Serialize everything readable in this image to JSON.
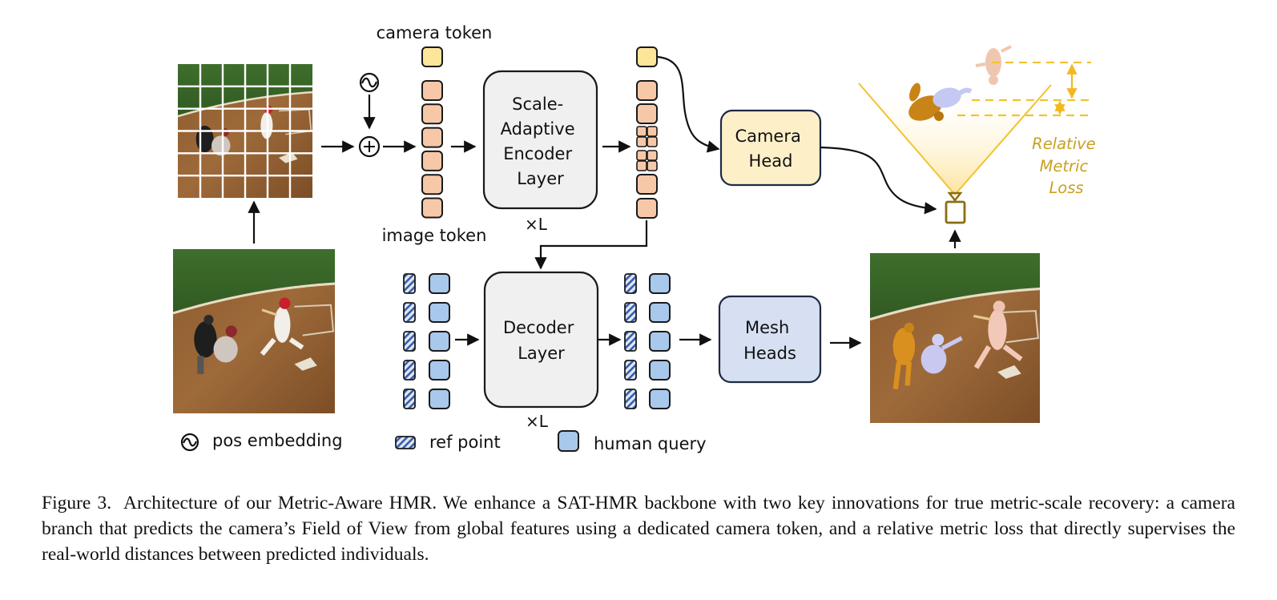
{
  "figure": {
    "labels": {
      "camera_token": "camera token",
      "image_token": "image token",
      "encoder_lines": [
        "Scale-",
        "Adaptive",
        "Encoder",
        "Layer"
      ],
      "encoder_repeat": "×L",
      "camera_head_lines": [
        "Camera",
        "Head"
      ],
      "decoder_lines": [
        "Decoder",
        "Layer"
      ],
      "decoder_repeat": "×L",
      "mesh_heads_lines": [
        "Mesh",
        "Heads"
      ],
      "relative_metric_loss_lines": [
        "Relative",
        "Metric",
        "Loss"
      ]
    },
    "legend": {
      "pos_embedding": "pos embedding",
      "ref_point": "ref point",
      "human_query": "human query"
    },
    "image_patch_grid": {
      "rows": 6,
      "cols": 6
    },
    "token_counts": {
      "image_tokens_in": 6,
      "image_tokens_out": 6,
      "queries": 5
    },
    "colors": {
      "camera_token": "#FDE59A",
      "image_token": "#F7C8A8",
      "encoder_box": "#F0F0F0",
      "camera_head": "#FDF0C8",
      "decoder_box": "#F0F0F0",
      "mesh_heads": "#D6E0F2",
      "human_query": "#A8C8EC",
      "ref_point_stripe": "#3B5BA8",
      "camera_frustum": "#F2C230",
      "camera_icon": "#8A6E12",
      "loss_text": "#C9A020",
      "outline": "#1a1a1a"
    }
  },
  "caption": {
    "label": "Figure 3.",
    "text": "Architecture of our Metric-Aware HMR. We enhance a SAT-HMR backbone with two key innovations for true metric-scale recovery: a camera branch that predicts the camera’s Field of View from global features using a dedicated camera token, and a relative metric loss that directly supervises the real-world distances between predicted individuals."
  }
}
